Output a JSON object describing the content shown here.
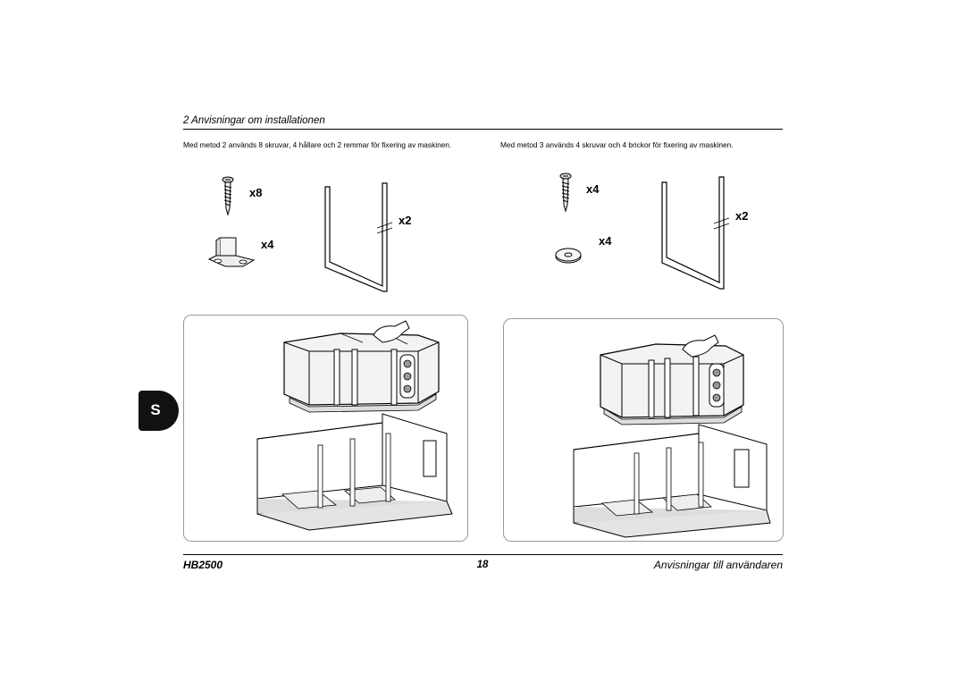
{
  "section_header": "2   Anvisningar om installationen",
  "method2": {
    "text": "Med metod 2 används 8 skruvar, 4 hållare och 2 remmar för fixering av maskinen.",
    "screw_qty": "x8",
    "holder_qty": "x4",
    "strap_qty": "x2"
  },
  "method3": {
    "text": "Med metod 3 används 4 skruvar och 4 brickor för fixering av maskinen.",
    "screw_qty": "x4",
    "washer_qty": "x4",
    "strap_qty": "x2"
  },
  "side_tab": "S",
  "footer": {
    "model": "HB2500",
    "page": "18",
    "title": "Anvisningar till användaren"
  }
}
